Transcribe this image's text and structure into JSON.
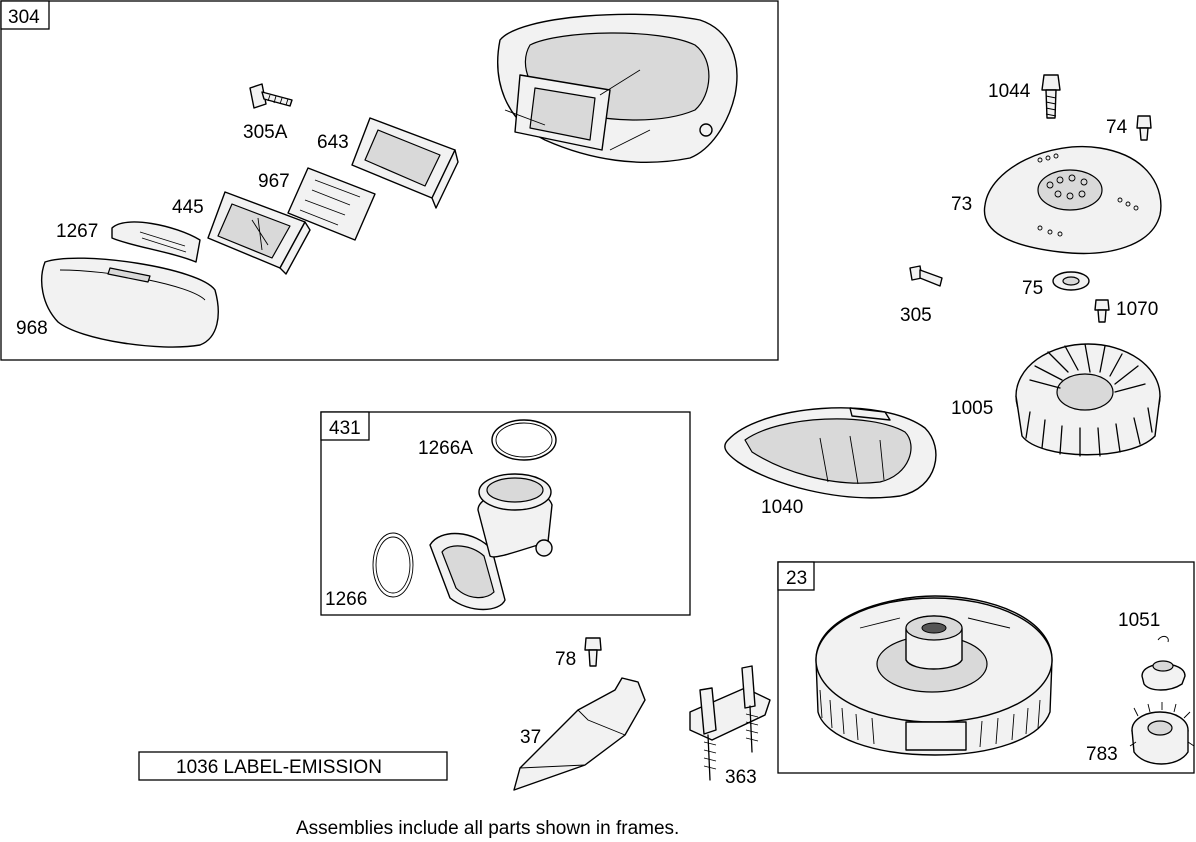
{
  "frames": {
    "f304": "304",
    "f431": "431",
    "f23": "23"
  },
  "parts": {
    "p305A": "305A",
    "p643": "643",
    "p967": "967",
    "p445": "445",
    "p1267": "1267",
    "p968": "968",
    "p1044": "1044",
    "p74": "74",
    "p73": "73",
    "p75": "75",
    "p305": "305",
    "p1070": "1070",
    "p1005": "1005",
    "p1266A": "1266A",
    "p1266": "1266",
    "p1040": "1040",
    "p78": "78",
    "p37": "37",
    "p363": "363",
    "p1051": "1051",
    "p783": "783"
  },
  "emission_label": "1036 LABEL-EMISSION",
  "footer_note": "Assemblies include all parts shown in frames."
}
